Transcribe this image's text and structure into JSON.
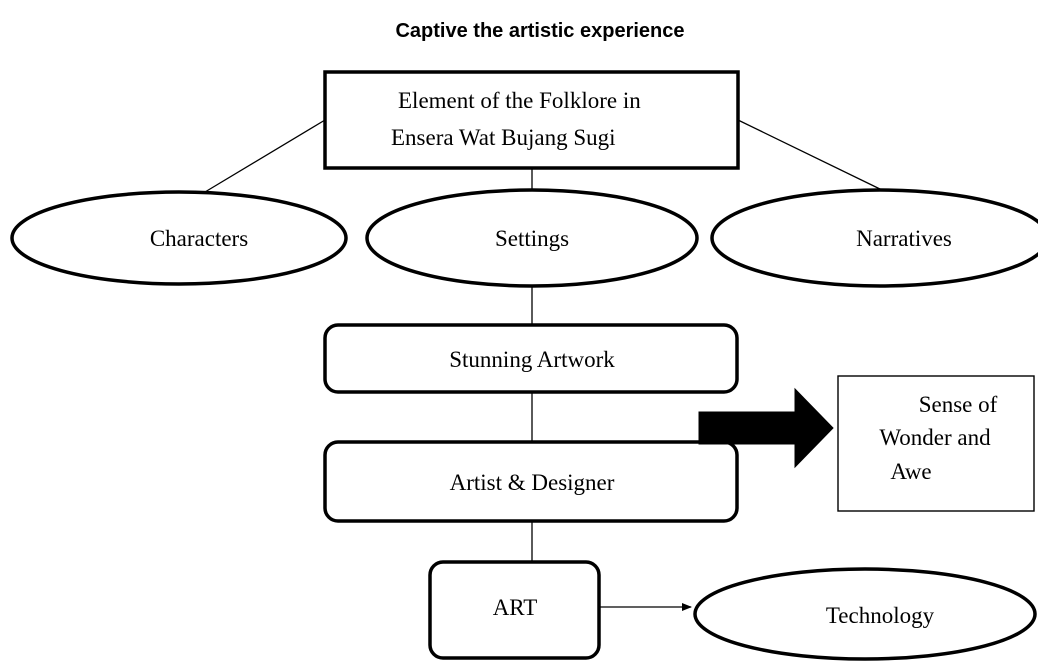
{
  "diagram": {
    "title": "Captive the artistic experience",
    "nodes": {
      "root": {
        "line1": "Element of the Folklore in",
        "line2": "Ensera Wat Bujang Sugi"
      },
      "characters": "Characters",
      "settings": "Settings",
      "narratives": "Narratives",
      "stunning_artwork": "Stunning Artwork",
      "artist_designer": "Artist & Designer",
      "art": "ART",
      "technology": "Technology",
      "wonder": {
        "line1": "Sense of",
        "line2": "Wonder and",
        "line3": "Awe"
      }
    },
    "colors": {
      "stroke": "#000000",
      "fill": "#ffffff",
      "arrow": "#000000"
    }
  }
}
